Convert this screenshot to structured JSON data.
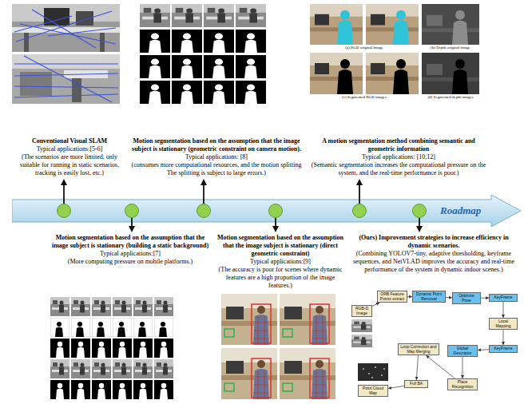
{
  "diagram": {
    "nodes": [
      {
        "text": [
          "Roadmap"
        ]
      },
      {
        "text": [
          "RGB-D Image"
        ]
      },
      {
        "text": [
          "ORB Feature Points extract"
        ]
      },
      {
        "text": [
          "Dynamic Point Removal"
        ]
      },
      {
        "text": [
          "Optimize Pose"
        ]
      },
      {
        "text": [
          "KeyFrame"
        ]
      },
      {
        "text": [
          "Local Mapping"
        ]
      },
      {
        "text": [
          "KeyFrame"
        ]
      },
      {
        "text": [
          "Global Descriptor"
        ]
      },
      {
        "text": [
          "Place Recognition"
        ]
      },
      {
        "text": [
          "Loop Correction and Map Merging"
        ]
      },
      {
        "text": [
          "Full BA"
        ]
      },
      {
        "text": [
          "Point Cloud Map"
        ]
      }
    ],
    "edges": [
      {
        "from": 1,
        "to": 2,
        "arrow": "to"
      },
      {
        "from": 2,
        "to": 3,
        "arrow": "to"
      },
      {
        "from": 3,
        "to": 4,
        "arrow": "to"
      },
      {
        "from": 4,
        "to": 5,
        "arrow": "to"
      },
      {
        "from": 5,
        "to": 6,
        "arrow": "to"
      },
      {
        "from": 6,
        "to": 7,
        "arrow": "to"
      },
      {
        "from": 7,
        "to": 8,
        "arrow": "to"
      },
      {
        "from": 8,
        "to": 9,
        "arrow": "to"
      },
      {
        "from": 9,
        "to": 10,
        "arrow": "to"
      },
      {
        "from": 10,
        "to": 11,
        "arrow": "to"
      },
      {
        "from": 11,
        "to": 12,
        "arrow": "to"
      }
    ],
    "labels": [
      "Conventional Visual SLAM",
      "Typical applications:[5-6]",
      "(The scenarios are more limited, only suitable for running in static scenarios, tracking is easily lost, etc.)",
      "Motion segmentation based on the assumption that the image subject is stationary (geometric constraint on camera motion).",
      "Typical applications: [8]",
      "(consumes more computational resources, and the motion splitting The splitting is subject to large errors.)",
      "A motion segmentation method combining semantic and geometric information",
      "Typical applications: [10,12]",
      "(Semantic segmentation increases the computational pressure on the system, and the real-time performance is poor.)",
      "Motion segmentation based on the assumption that the image subject is stationary (building a static background)",
      "Typical applications:[7]",
      "(More computing pressure on mobile platforms.)",
      "Motion segmentation based on the assumption that the image subject is stationary (direct geometric constraint)",
      "Typical applications:[9]",
      "(The accuracy is poor for scenes where dynamic features are a high proportion of the image features.)",
      "(Ours) Improvement strategies to increase efficiency in dynamic scenarios.",
      "(Combining YOLOV7-tiny, adaptive thresholding, keyframe sequences, and NetVLAD improves the accuracy and real-time performance of the system in dynamic indoor scenes.)",
      "(a) RGB original image",
      "(b) Depth original image",
      "(c) Segmented RGB images",
      "(d) Segmented depth images"
    ]
  }
}
